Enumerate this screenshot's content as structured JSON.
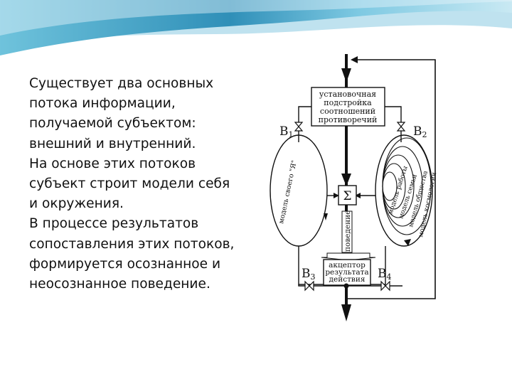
{
  "body_text": {
    "paragraph_1": "Существует два основных потока информации, получаемой субъектом: внешний и внутренний.",
    "paragraph_2": "На основе этих потоков субъект строит модели себя и окружения.",
    "paragraph_3": "В процессе результатов сопоставления этих потоков, формируется осознанное и неосознанное поведение."
  },
  "diagram": {
    "top_box": [
      "установочная",
      "подстройка",
      "соотношений",
      "противоречий"
    ],
    "sum_symbol": "Σ",
    "behavior_label": "поведение",
    "bottom_box": [
      "акцептор",
      "результата",
      "действия"
    ],
    "valves": [
      "B",
      "B",
      "B",
      "B"
    ],
    "valve_subscripts": [
      "1",
      "2",
      "3",
      "4"
    ],
    "left_loop_label": "модель своего \"Я\"",
    "right_loop_labels": [
      "модель работы",
      "модель семьи",
      "модель общества",
      "модель космологии"
    ]
  }
}
